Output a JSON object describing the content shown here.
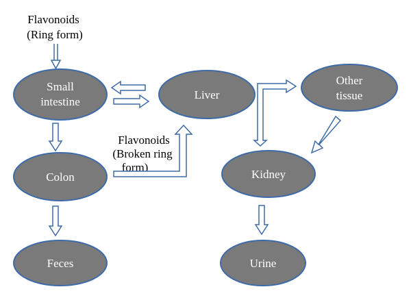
{
  "labels": {
    "top_line1": "Flavonoids",
    "top_line2": "(Ring form)",
    "mid_line1": "Flavonoids",
    "mid_line2": "(Broken ring",
    "mid_line3": "form)"
  },
  "nodes": {
    "small_intestine": {
      "line1": "Small",
      "line2": "intestine"
    },
    "liver": {
      "line1": "Liver"
    },
    "other_tissue": {
      "line1": "Other",
      "line2": "tissue"
    },
    "colon": {
      "line1": "Colon"
    },
    "kidney": {
      "line1": "Kidney"
    },
    "feces": {
      "line1": "Feces"
    },
    "urine": {
      "line1": "Urine"
    }
  },
  "colors": {
    "node_fill": "#7a7a7a",
    "node_stroke": "#3d6aa8",
    "arrow_stroke": "#3d6aa8"
  }
}
